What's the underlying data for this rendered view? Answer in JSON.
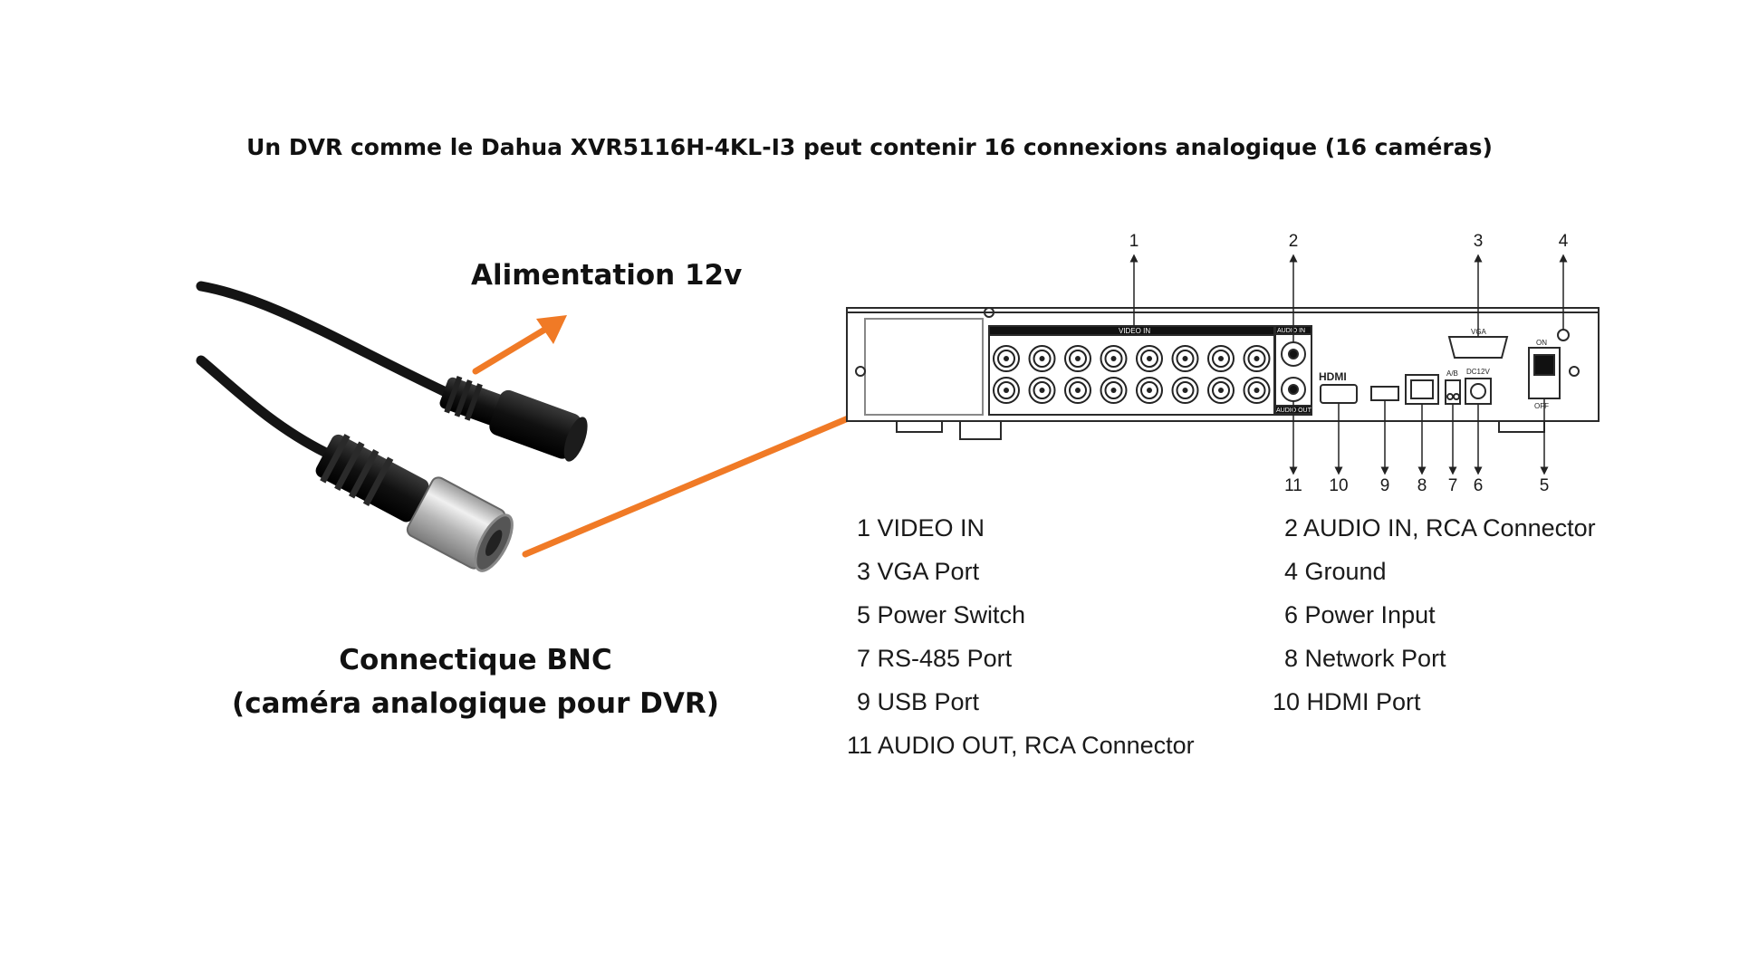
{
  "title": "Un DVR comme le Dahua XVR5116H-4KL-I3 peut contenir 16 connexions analogique (16 caméras)",
  "labels": {
    "power": "Alimentation 12v",
    "bnc_line1": "Connectique BNC",
    "bnc_line2": "(caméra analogique pour DVR)"
  },
  "panel": {
    "video_in": "VIDEO IN",
    "audio_in": "AUDIO IN",
    "audio_out": "AUDIO OUT",
    "vga": "VGA",
    "hdmi": "HDMI",
    "on": "ON",
    "off": "OFF",
    "ab": "A/B",
    "dc12v": "DC12V"
  },
  "callouts_top": [
    "1",
    "2",
    "3",
    "4"
  ],
  "callouts_bottom": [
    "11",
    "10",
    "9",
    "8",
    "7",
    "6",
    "5"
  ],
  "legend": {
    "left": [
      "1 VIDEO IN",
      "3 VGA Port",
      "5 Power Switch",
      "7 RS-485 Port",
      "9 USB Port",
      "11 AUDIO OUT, RCA Connector"
    ],
    "right": [
      "2  AUDIO IN, RCA Connector",
      "4  Ground",
      "6  Power Input",
      "8  Network Port",
      "10  HDMI Port"
    ]
  },
  "colors": {
    "arrow": "#f07a26",
    "cable": "#1a1a1a",
    "panel_line": "#2a2a2a"
  }
}
